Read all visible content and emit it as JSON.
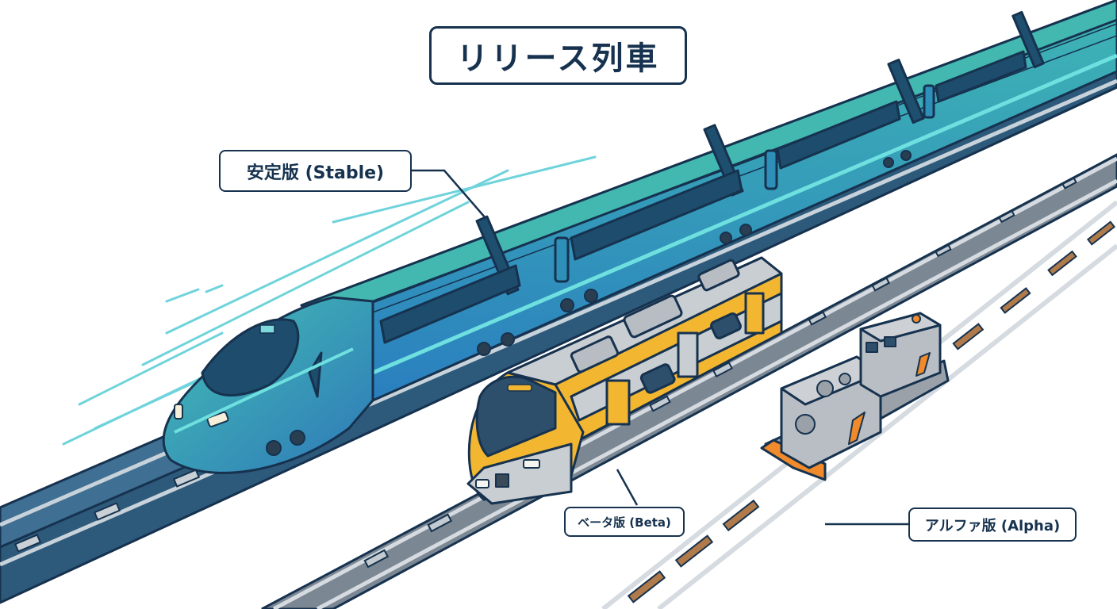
{
  "title": "リリース列車",
  "labels": {
    "stable": "安定版 (Stable)",
    "beta": "ベータ版 (Beta)",
    "alpha": "アルファ版 (Alpha)"
  },
  "trains": [
    {
      "id": "stable",
      "type": "bullet-train",
      "body_color": "#2f8fb0",
      "accent_color": "#5fd0d8",
      "track": "blue-elevated-track"
    },
    {
      "id": "beta",
      "type": "commuter-train",
      "body_color": "#f2b630",
      "accent_color": "#c9ced3",
      "track": "grey-track"
    },
    {
      "id": "alpha",
      "type": "diesel-locomotive",
      "body_color": "#b9bec4",
      "accent_color": "#f08a2a",
      "track": "brown-wooden-track"
    }
  ],
  "colors": {
    "outline": "#16324f",
    "stable_track": "#3f6f92",
    "beta_track": "#8a949e",
    "alpha_sleepers": "#b07a4a",
    "speed_lines": "#6fd3dc"
  }
}
